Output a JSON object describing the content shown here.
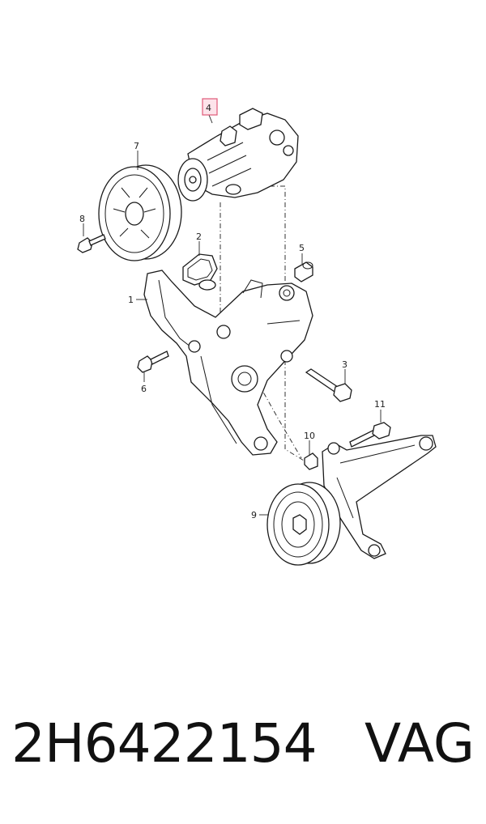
{
  "diagram": {
    "callouts": [
      {
        "id": "c1",
        "label": "1"
      },
      {
        "id": "c2",
        "label": "2"
      },
      {
        "id": "c3",
        "label": "3"
      },
      {
        "id": "c4",
        "label": "4",
        "highlighted": true
      },
      {
        "id": "c5",
        "label": "5"
      },
      {
        "id": "c6",
        "label": "6"
      },
      {
        "id": "c7",
        "label": "7"
      },
      {
        "id": "c8",
        "label": "8"
      },
      {
        "id": "c9",
        "label": "9"
      },
      {
        "id": "c10",
        "label": "10"
      },
      {
        "id": "c11",
        "label": "11"
      }
    ],
    "highlight_color": "#e05a78",
    "highlight_fill": "#fde3ea"
  },
  "footer": {
    "part_number": "2H6422154",
    "brand": "VAG"
  }
}
